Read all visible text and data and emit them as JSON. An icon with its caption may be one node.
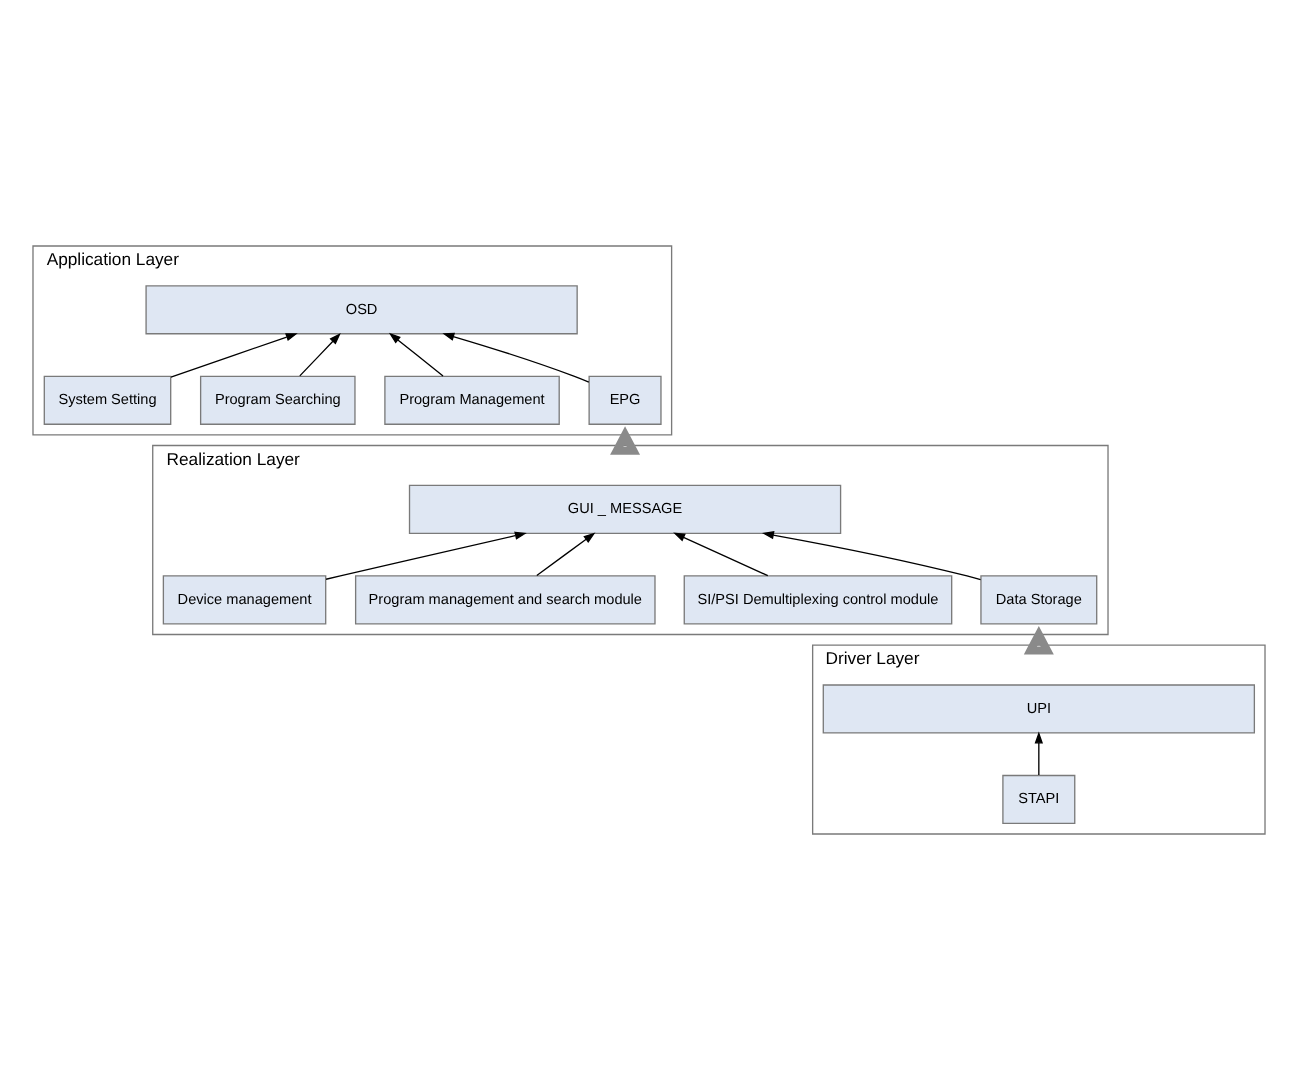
{
  "diagram": {
    "nodes": [
      {
        "text": [
          "Application Layer"
        ]
      },
      {
        "text": [
          "OSD"
        ],
        "in": 0
      },
      {
        "text": [
          "EPG"
        ],
        "in": 0
      },
      {
        "text": [
          "Program Management"
        ],
        "in": 0
      },
      {
        "text": [
          "Program Searching"
        ],
        "in": 0
      },
      {
        "text": [
          "System Setting"
        ],
        "in": 0
      },
      {
        "text": [
          "Realization Layer"
        ]
      },
      {
        "text": [
          "GUI _ MESSAGE"
        ],
        "in": 6
      },
      {
        "text": [
          "Data Storage"
        ],
        "in": 6
      },
      {
        "text": [
          "SI/PSI Demultiplexing control module"
        ],
        "in": 6
      },
      {
        "text": [
          "Program management and search module"
        ],
        "in": 6
      },
      {
        "text": [
          "Device management"
        ],
        "in": 6
      },
      {
        "text": [
          "Driver Layer"
        ]
      },
      {
        "text": [
          "UPI"
        ],
        "in": 12
      },
      {
        "text": [
          "STAPI"
        ],
        "in": 12
      }
    ],
    "edges": [
      {
        "from": 2,
        "to": 1,
        "arrow": "to"
      },
      {
        "from": 3,
        "to": 1,
        "arrow": "to"
      },
      {
        "from": 4,
        "to": 1,
        "arrow": "to"
      },
      {
        "from": 5,
        "to": 1,
        "arrow": "to"
      },
      {
        "from": 8,
        "to": 7,
        "arrow": "to"
      },
      {
        "from": 9,
        "to": 7,
        "arrow": "to"
      },
      {
        "from": 10,
        "to": 7,
        "arrow": "to"
      },
      {
        "from": 11,
        "to": 7,
        "arrow": "to"
      },
      {
        "from": 14,
        "to": 13,
        "arrow": "to"
      },
      {
        "from": 12,
        "to": 6,
        "arrow": "to",
        "style": "thick",
        "color": "#8a8a8a"
      },
      {
        "from": 6,
        "to": 0,
        "arrow": "to",
        "style": "thick",
        "color": "#8a8a8a"
      }
    ]
  }
}
